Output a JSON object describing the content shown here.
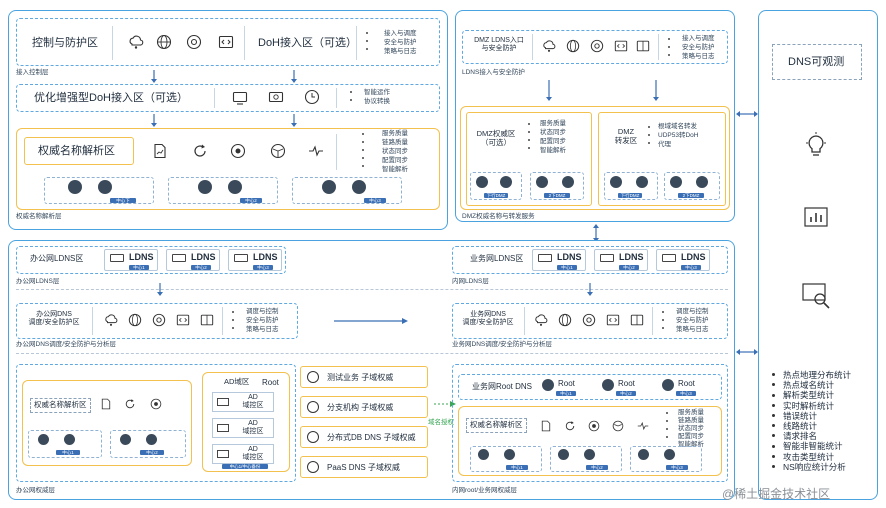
{
  "top_left": {
    "ctrl_zone": "控制与防护区",
    "doh_zone": "DoH接入区（可选）",
    "access_notes": [
      "接入与调度",
      "安全与防护",
      "策略与日志"
    ],
    "access_layer": "接入控制层",
    "enhanced_doh": "优化增强型DoH接入区（可选）",
    "enhanced_notes": [
      "智能运作",
      "协议转换"
    ],
    "auth_zone": "权威名称解析区",
    "auth_notes": [
      "服务质量",
      "链路质量",
      "状态同步",
      "配置同步",
      "智能解析"
    ],
    "auth_layer": "权威名称解析层",
    "cluster_tags": [
      "中心下",
      "中心2",
      "中心3"
    ]
  },
  "top_mid": {
    "dmz_ldns": "DMZ LDNS入口\n与安全防护",
    "dmz_notes": [
      "接入与调度",
      "安全与防护",
      "策略与日志"
    ],
    "dmz_access_layer": "LDNS接入与安全防护",
    "dmz_auth": "DMZ权威区\n（可选）",
    "dmz_auth_notes": [
      "服务质量",
      "状态同步",
      "配置同步",
      "智能解析"
    ],
    "dmz_fwd": "DMZ\n转发区",
    "dmz_fwd_notes": [
      "根域域名转发",
      "UDP53转DoH",
      "代理"
    ],
    "dmz_layer": "DMZ权威名称与转发服务",
    "dmz_tags": [
      "下行DMZ",
      "2下DMZ",
      "下行DMZ",
      "2下DMZ"
    ]
  },
  "right": {
    "observe": "DNS可观测",
    "stats": [
      "热点地理分布统计",
      "热点域名统计",
      "解析类型统计",
      "实时解析统计",
      "错误统计",
      "线路统计",
      "请求排名",
      "智能非智能统计",
      "攻击类型统计",
      "NS响应统计分析"
    ]
  },
  "mid_row": {
    "office_ldns": "办公网LDNS区",
    "ldns_label": "LDNS",
    "ldns_tags": [
      "中心1",
      "中心2",
      "中心3"
    ],
    "office_ldns_layer": "办公网LDNS层",
    "biz_ldns": "业务网LDNS区",
    "biz_ldns_layer": "内网LDNS层",
    "office_dns": "办公网DNS\n调度/安全防护区",
    "office_dns_notes": [
      "调度与控制",
      "安全与防护",
      "策略与日志"
    ],
    "office_dns_layer": "办公网DNS调度/安全防护与分析层",
    "biz_dns": "业务网DNS\n调度/安全防护区",
    "biz_dns_notes": [
      "调度与控制",
      "安全与防护",
      "策略与日志"
    ],
    "biz_dns_layer": "业务网DNS调度/安全防护与分析层"
  },
  "bottom": {
    "office_auth": "权威名称解析区",
    "office_cluster_tags": [
      "中心1",
      "中心2"
    ],
    "ad_zone": "AD域区",
    "root": "Root",
    "ad_items": [
      "AD\n域控区",
      "AD\n域控区",
      "AD\n域控区"
    ],
    "ad_tag": "中心1/中心备份",
    "office_layer": "办公网权威层",
    "subdomains": [
      "测试业务 子域权威",
      "分支机构 子域权威",
      "分布式DB DNS 子域权威",
      "PaaS DNS 子域权威"
    ],
    "sub_arrow_label": "域名授权",
    "biz_root": "业务网Root DNS",
    "biz_root_tags": [
      "中心1",
      "中心2",
      "中心3"
    ],
    "biz_auth": "权威名称解析区",
    "biz_auth_notes": [
      "服务质量",
      "链路质量",
      "状态同步",
      "配置同步",
      "智能解析"
    ],
    "biz_cluster_tags": [
      "中心1",
      "中心2",
      "中心3"
    ],
    "biz_layer": "内网root/业务网权威层"
  },
  "watermark": "@稀土掘金技术社区"
}
